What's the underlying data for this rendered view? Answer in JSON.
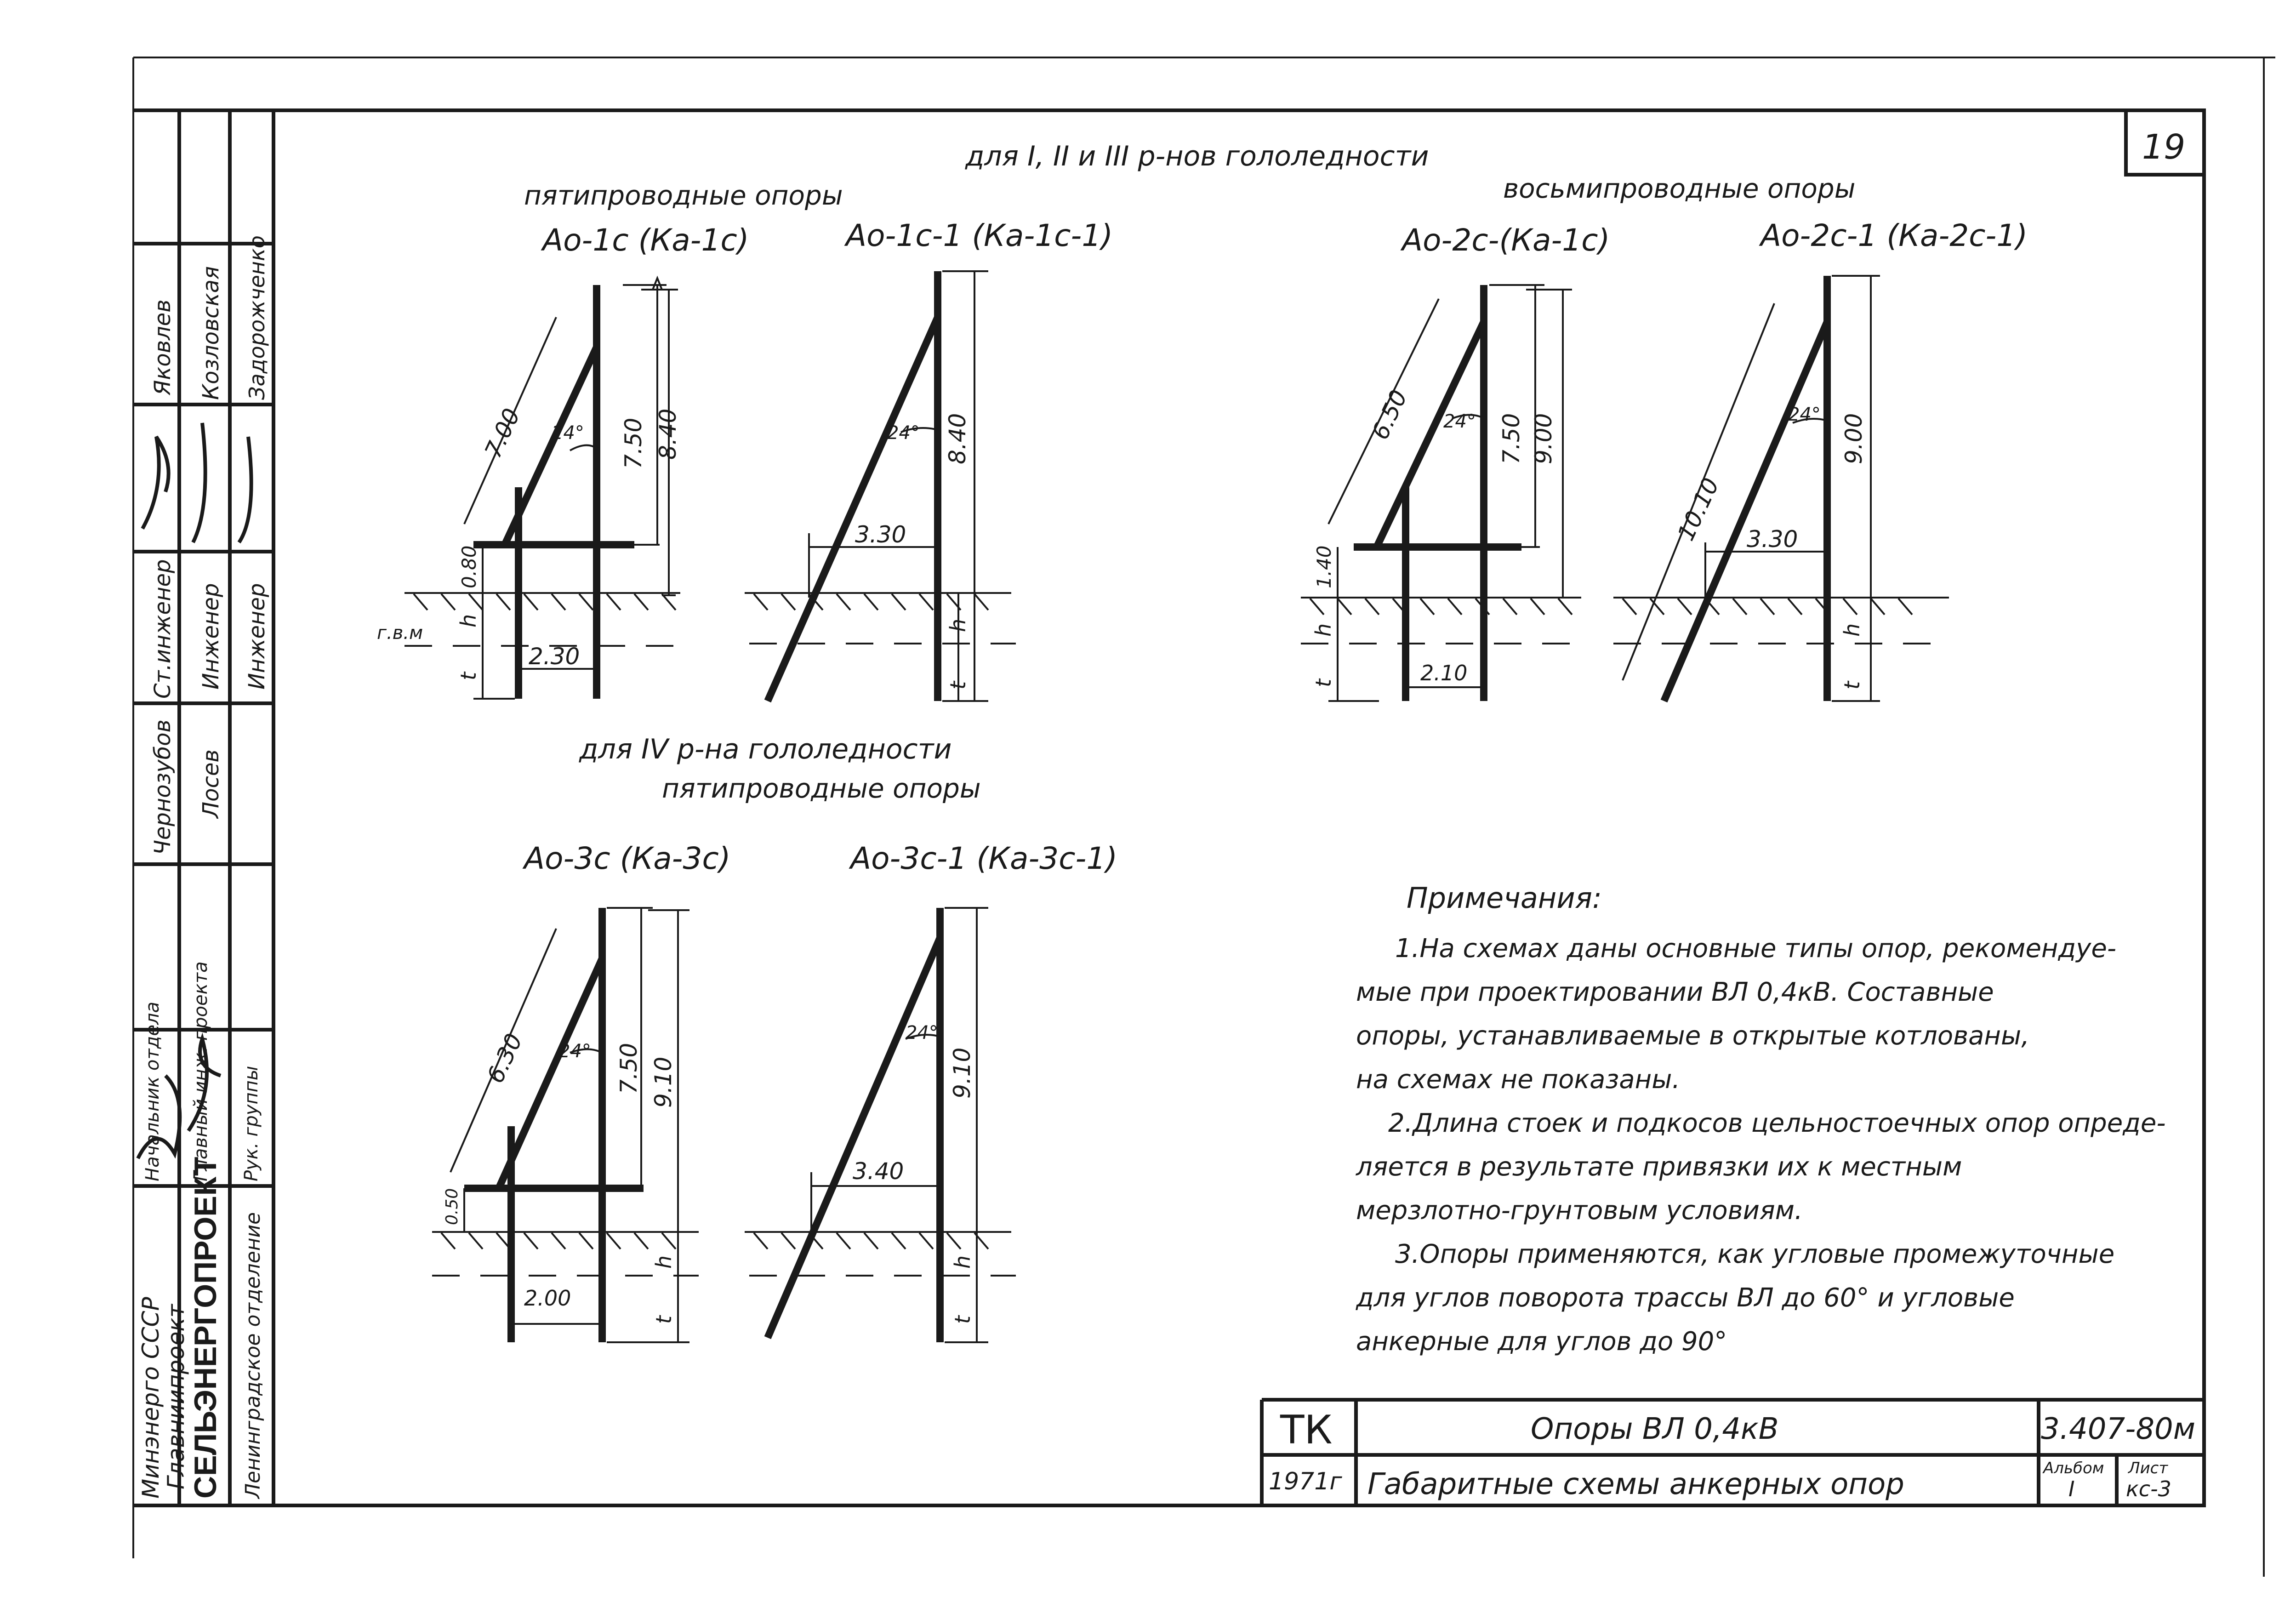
{
  "sheet": {
    "page_number": "19",
    "header_top": "для I, II и III р-нов гололедности",
    "five_wire": "пятипроводные опоры",
    "eight_wire": "восьмипроводные опоры",
    "header_iv": "для IV р-на гололедности",
    "five_wire_iv": "пятипроводные опоры"
  },
  "diagrams": {
    "d1": {
      "title": "Ао-1с (Ка-1с)",
      "brace": "7.00",
      "h1": "7.50",
      "h2": "8.40",
      "angle": "24°",
      "base": "2.30",
      "step": "0.80",
      "gwl": "г.в.м",
      "h": "h",
      "t": "t"
    },
    "d2": {
      "title": "Ао-1с-1 (Ка-1с-1)",
      "h2": "8.40",
      "angle": "24°",
      "base": "3.30",
      "h": "h",
      "t": "t"
    },
    "d3": {
      "title": "Ао-2с-(Ка-1с)",
      "brace": "6.50",
      "h1": "7.50",
      "h2": "9.00",
      "angle": "24°",
      "base": "2.10",
      "step": "1.40",
      "h": "h",
      "t": "t"
    },
    "d4": {
      "title": "Ао-2с-1 (Ка-2с-1)",
      "brace": "10.10",
      "h2": "9.00",
      "angle": "24°",
      "base": "3.30",
      "h": "h",
      "t": "t"
    },
    "d5": {
      "title": "Ао-3с (Ка-3с)",
      "brace": "6.30",
      "h1": "7.50",
      "h2": "9.10",
      "angle": "24°",
      "base": "2.00",
      "step": "0.50",
      "h": "h",
      "t": "t"
    },
    "d6": {
      "title": "Ао-3с-1 (Ка-3с-1)",
      "h2": "9.10",
      "angle": "24°",
      "base": "3.40",
      "h": "h",
      "t": "t"
    }
  },
  "notes": {
    "title": "Примечания:",
    "lines": [
      "1.На схемах даны основные типы опор, рекомендуе-",
      "мые при проектировании ВЛ 0,4кВ. Составные",
      "опоры, устанавливаемые в открытые котлованы,",
      "на схемах не показаны.",
      "2.Длина стоек и подкосов цельностоечных опор опреде-",
      "ляется в результате привязки их к местным",
      "мерзлотно-грунтовым условиям.",
      "3.Опоры применяются, как угловые промежуточные",
      "для углов поворота трассы ВЛ до 60° и угловые",
      "анкерные для углов до 90°"
    ]
  },
  "title_block": {
    "tk": "ТК",
    "year": "1971г",
    "name1": "Опоры ВЛ 0,4кВ",
    "name2": "Габаритные схемы анкерных опор",
    "code": "3.407-80м",
    "album_label": "Альбом",
    "album_value": "I",
    "sheet_label": "Лист",
    "sheet_value": "кс-3"
  },
  "side_block": {
    "org1": "Минэнерго СССР",
    "org2": "Главниипроект",
    "org3": "СЕЛЬЭНЕРГОПРОЕКТ",
    "org4": "Ленинградское отделение",
    "roles": [
      "Начальник отдела",
      "Главный инж. проекта",
      "Рук. группы"
    ],
    "names_a": [
      "Чернозубов",
      "Лосев",
      ""
    ],
    "roles_b": [
      "Ст.инженер",
      "Инженер",
      "Инженер"
    ],
    "names_b": [
      "Яковлев",
      "Козловская",
      "Задорожченко"
    ]
  },
  "colors": {
    "ink": "#1a1a1a",
    "paper": "#ffffff"
  }
}
